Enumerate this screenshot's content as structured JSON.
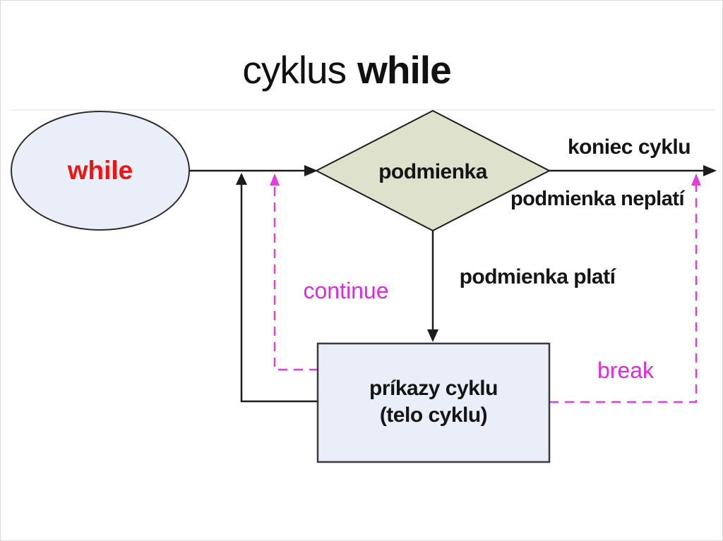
{
  "title": {
    "regular": "cyklus",
    "bold": "while"
  },
  "diagram": {
    "nodes": {
      "start": {
        "shape": "ellipse",
        "label": "while"
      },
      "condition": {
        "shape": "diamond",
        "label": "podmienka"
      },
      "body": {
        "shape": "rectangle",
        "label_line1": "príkazy cyklu",
        "label_line2": "(telo cyklu)"
      }
    },
    "edge_labels": {
      "end_of_cycle": "koniec cyklu",
      "condition_false": "podmienka neplatí",
      "condition_true": "podmienka platí",
      "continue": "continue",
      "break": "break"
    },
    "colors": {
      "start_text": "#ee1411",
      "node_fill": "#e9eef8",
      "condition_fill": "#dee1cb",
      "line": "#1c1c1c",
      "magenta": "#e03ee0",
      "magenta_text": "#dd2cdd"
    }
  }
}
